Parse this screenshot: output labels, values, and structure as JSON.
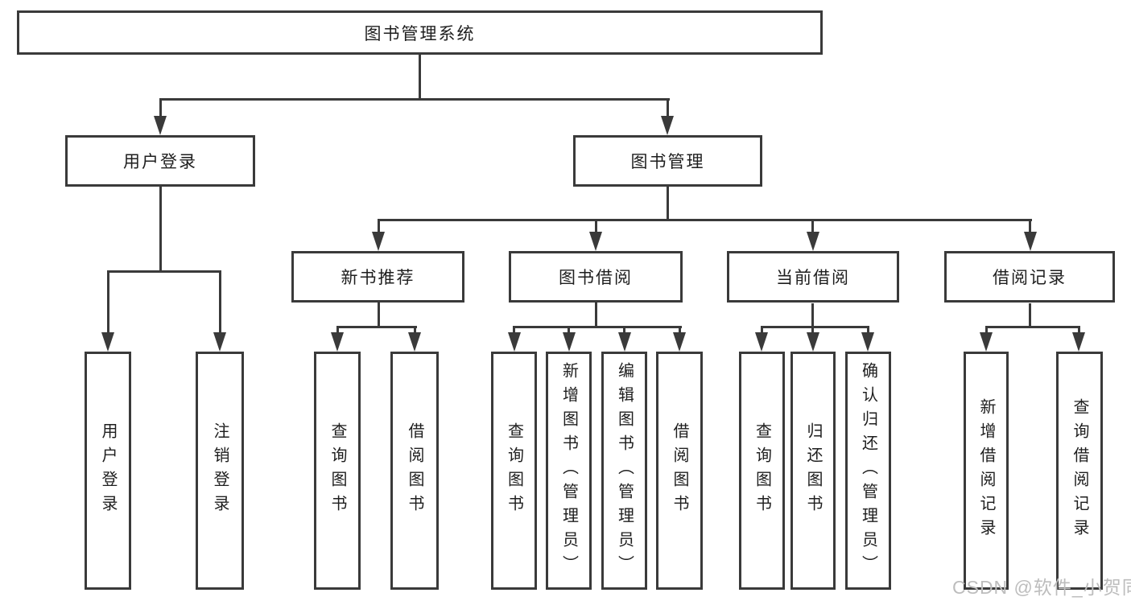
{
  "title": "图书管理系统",
  "tree": {
    "label": "图书管理系统",
    "children": [
      {
        "label": "用户登录",
        "children": [
          {
            "label": "用户登录"
          },
          {
            "label": "注销登录"
          }
        ]
      },
      {
        "label": "图书管理",
        "children": [
          {
            "label": "新书推荐",
            "children": [
              {
                "label": "查询图书"
              },
              {
                "label": "借阅图书"
              }
            ]
          },
          {
            "label": "图书借阅",
            "children": [
              {
                "label": "查询图书"
              },
              {
                "label": "新增图书（管理员）"
              },
              {
                "label": "编辑图书（管理员）"
              },
              {
                "label": "借阅图书"
              }
            ]
          },
          {
            "label": "当前借阅",
            "children": [
              {
                "label": "查询图书"
              },
              {
                "label": "归还图书"
              },
              {
                "label": "确认归还（管理员）"
              }
            ]
          },
          {
            "label": "借阅记录",
            "children": [
              {
                "label": "新增借阅记录"
              },
              {
                "label": "查询借阅记录"
              }
            ]
          }
        ]
      }
    ]
  },
  "watermark": {
    "text": "CSDN @软件_小贺同学",
    "color": "#bdbdbd"
  },
  "colors": {
    "line": "#3a3a3a",
    "text": "#1e1e1e",
    "background": "#ffffff"
  }
}
